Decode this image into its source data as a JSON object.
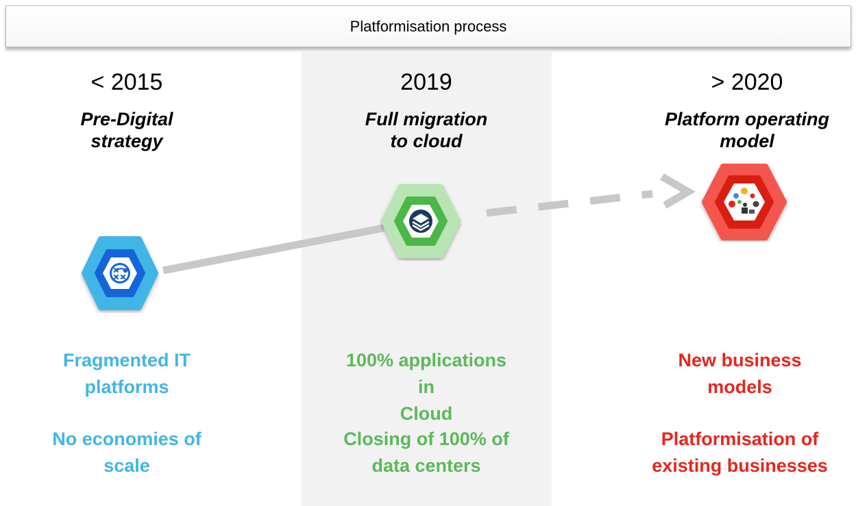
{
  "title": "Platformisation process",
  "colors": {
    "blue": "#41b6e6",
    "green": "#5cb85c",
    "red": "#e8241d",
    "connector": "#c8c8c8",
    "band": "#f2f2f2"
  },
  "stages": [
    {
      "year": "< 2015",
      "phase_line1": "Pre-Digital",
      "phase_line2": "strategy",
      "icon": "strategy-play-icon",
      "outcome1_line1": "Fragmented IT",
      "outcome1_line2": "platforms",
      "outcome2_line1": "No economies of",
      "outcome2_line2": "scale"
    },
    {
      "year": "2019",
      "phase_line1": "Full migration",
      "phase_line2": "to cloud",
      "icon": "layers-stack-icon",
      "outcome1_line1": "100% applications in",
      "outcome1_line2": "Cloud",
      "outcome2_line1": "Closing of 100% of",
      "outcome2_line2": "data centers"
    },
    {
      "year": "> 2020",
      "phase_line1": "Platform operating",
      "phase_line2": "model",
      "icon": "business-network-icon",
      "outcome1_line1": "New business",
      "outcome1_line2": "models",
      "outcome2_line1": "Platformisation of",
      "outcome2_line2": "existing businesses"
    }
  ]
}
